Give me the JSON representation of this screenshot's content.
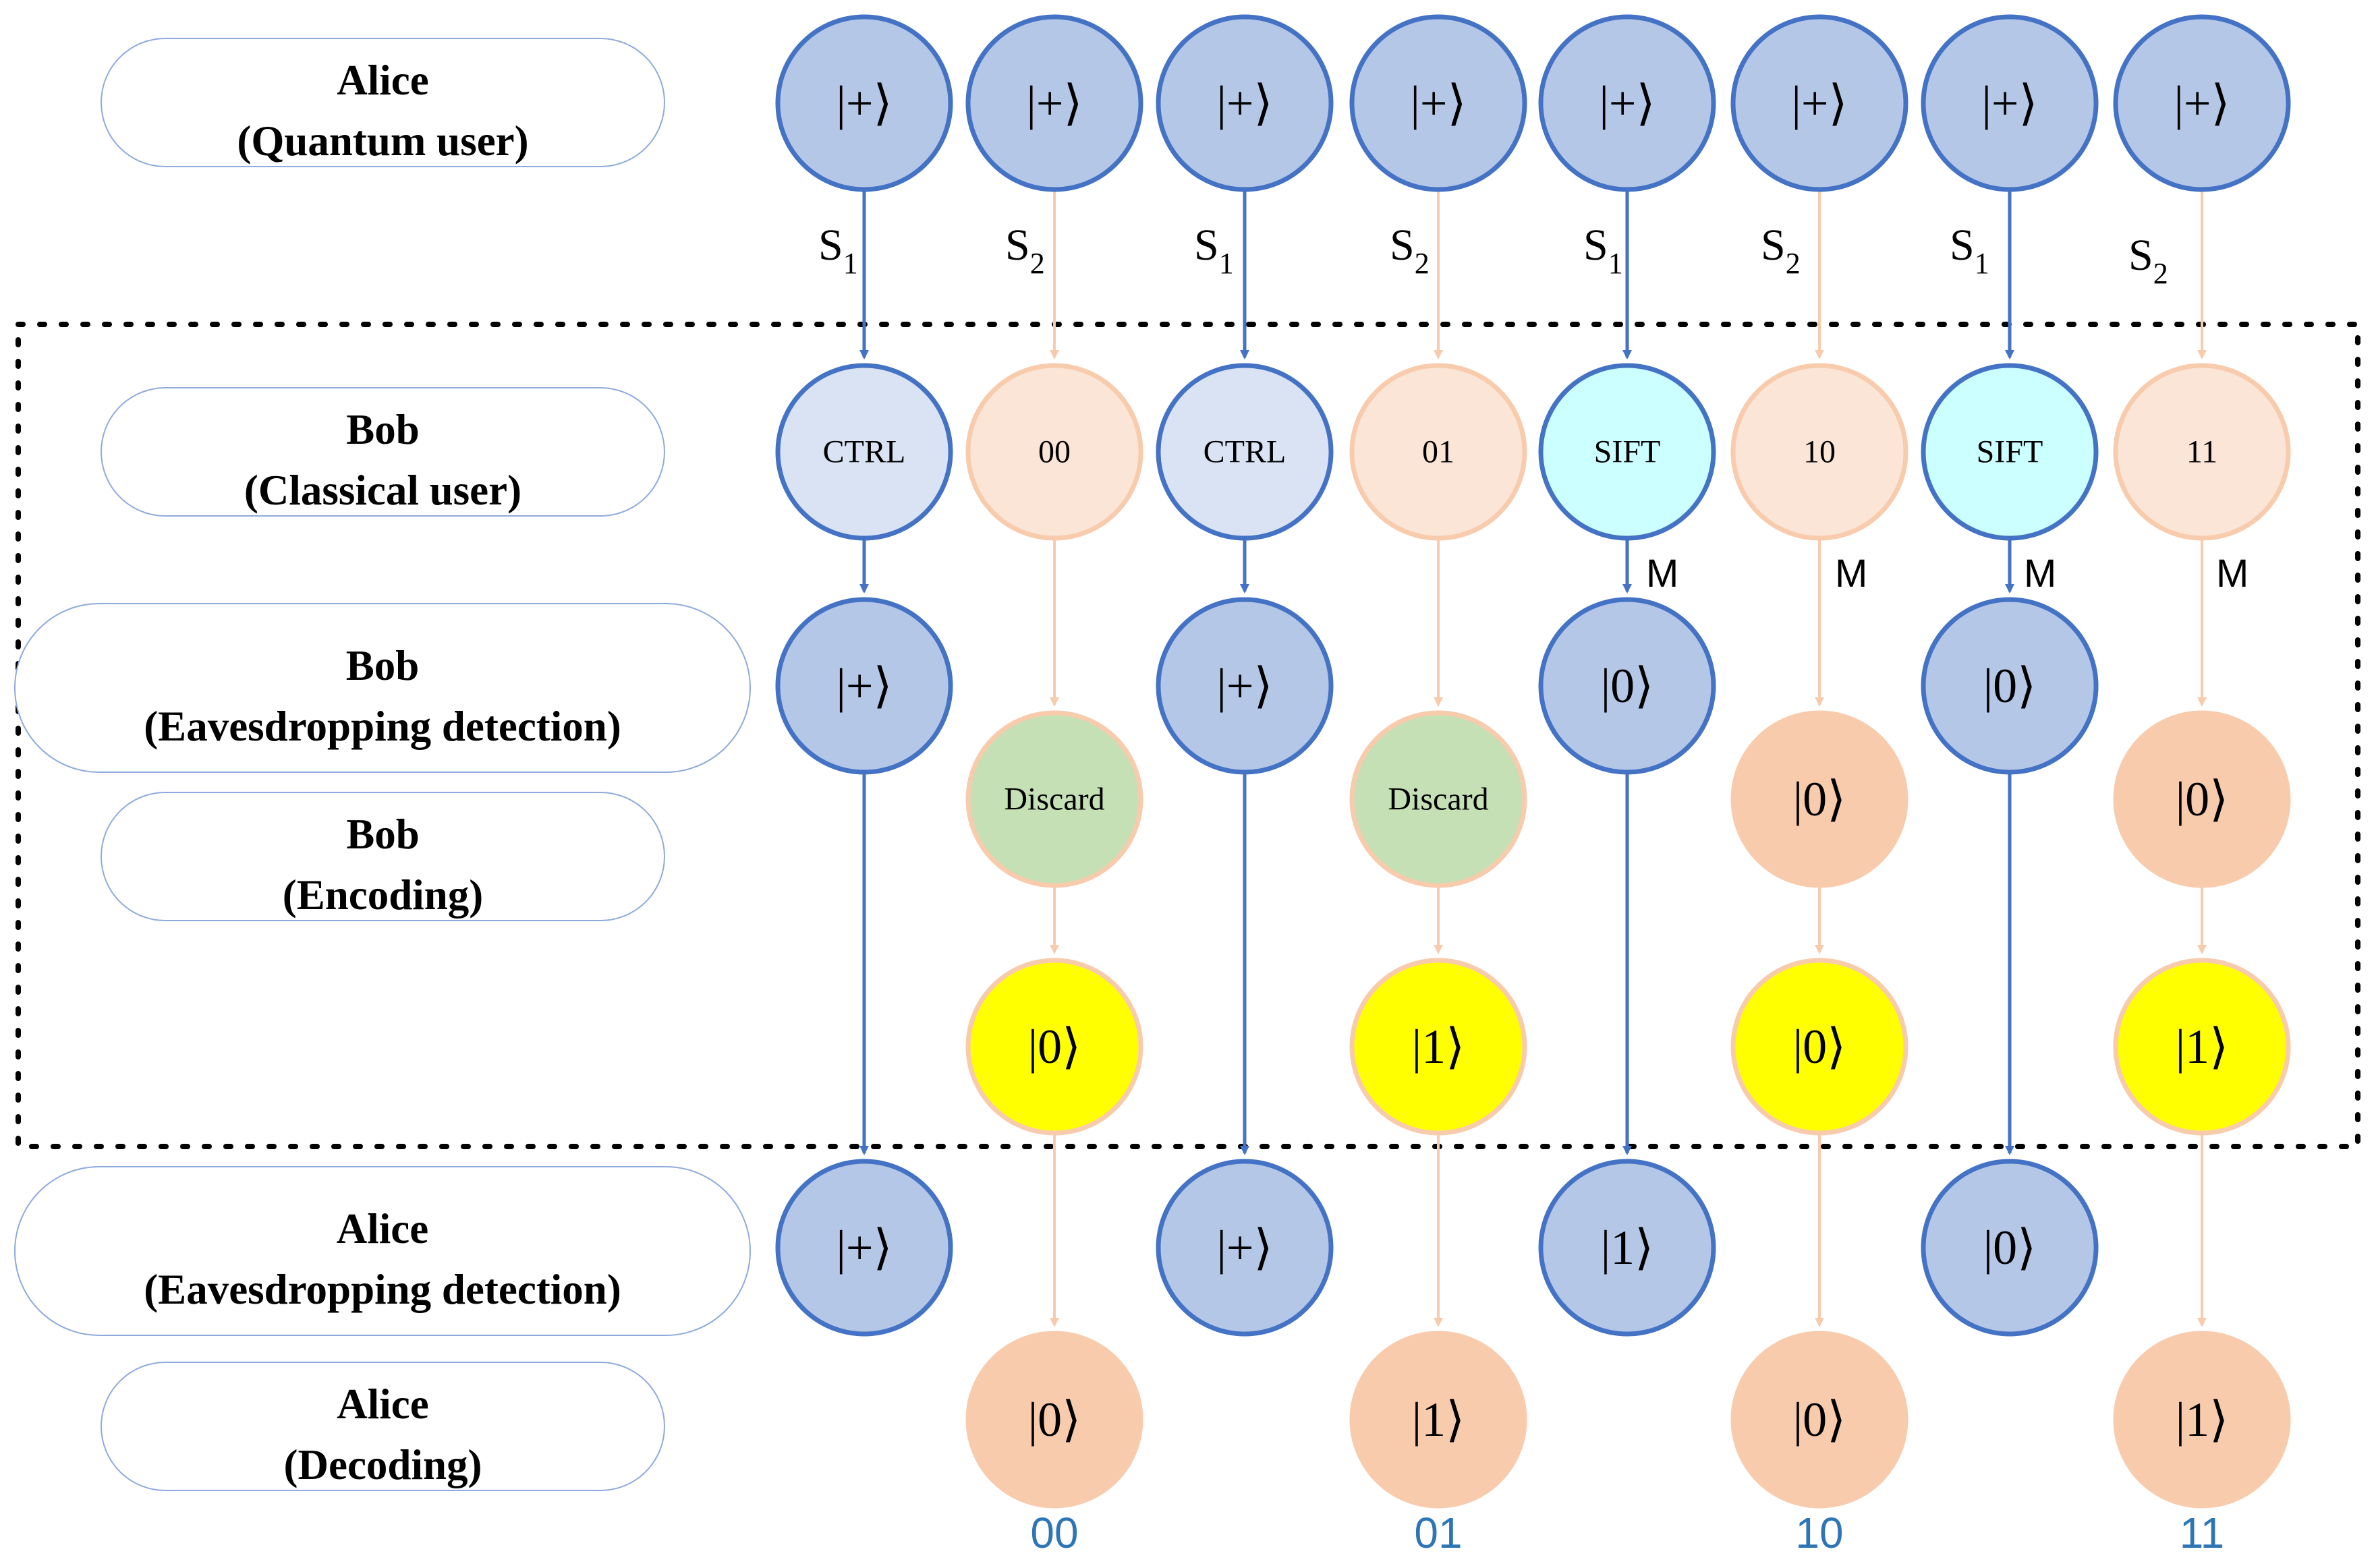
{
  "colors": {
    "blue_stroke": "#4472c4",
    "blue_fill": "#b4c7e7",
    "ctrl_fill": "#dae3f3",
    "sift_fill": "#ccffff",
    "orange_stroke": "#f8cbad",
    "orange_light_fill": "#fbe5d6",
    "orange_fill": "#f8cbad",
    "discard_fill": "#c5e0b4",
    "yellow_fill": "#ffff00",
    "bottom_label": "#2e75b6",
    "label_box_stroke": "#8faadc"
  },
  "row_labels": [
    {
      "line1": "Alice",
      "line2": "(Quantum user)"
    },
    {
      "line1": "Bob",
      "line2": "(Classical user)"
    },
    {
      "line1": "Bob",
      "line2": "(Eavesdropping detection)"
    },
    {
      "line1": "Bob",
      "line2": "(Encoding)"
    },
    {
      "line1": "Alice",
      "line2": "(Eavesdropping detection)"
    },
    {
      "line1": "Alice",
      "line2": "(Decoding)"
    }
  ],
  "signals": [
    {
      "base": "S",
      "sub": "1"
    },
    {
      "base": "S",
      "sub": "2"
    },
    {
      "base": "S",
      "sub": "1"
    },
    {
      "base": "S",
      "sub": "2"
    },
    {
      "base": "S",
      "sub": "1"
    },
    {
      "base": "S",
      "sub": "2"
    },
    {
      "base": "S",
      "sub": "1"
    },
    {
      "base": "S",
      "sub": "2"
    }
  ],
  "measure_label": "M",
  "nodes": {
    "alice_states": [
      "|+⟩",
      "|+⟩",
      "|+⟩",
      "|+⟩",
      "|+⟩",
      "|+⟩",
      "|+⟩",
      "|+⟩"
    ],
    "bob_choices": [
      "CTRL",
      "00",
      "CTRL",
      "01",
      "SIFT",
      "10",
      "SIFT",
      "11"
    ],
    "bob_detect": [
      {
        "col": 0,
        "text": "|+⟩"
      },
      {
        "col": 2,
        "text": "|+⟩"
      },
      {
        "col": 4,
        "text": "|0⟩"
      },
      {
        "col": 6,
        "text": "|0⟩"
      }
    ],
    "bob_encoding": [
      {
        "col": 1,
        "text": "Discard",
        "kind": "discard"
      },
      {
        "col": 3,
        "text": "Discard",
        "kind": "discard"
      },
      {
        "col": 5,
        "text": "|0⟩",
        "kind": "orange"
      },
      {
        "col": 7,
        "text": "|0⟩",
        "kind": "orange"
      }
    ],
    "bob_encoded": [
      {
        "col": 1,
        "text": "|0⟩"
      },
      {
        "col": 3,
        "text": "|1⟩"
      },
      {
        "col": 5,
        "text": "|0⟩"
      },
      {
        "col": 7,
        "text": "|1⟩"
      }
    ],
    "alice_detect": [
      {
        "col": 0,
        "text": "|+⟩"
      },
      {
        "col": 2,
        "text": "|+⟩"
      },
      {
        "col": 4,
        "text": "|1⟩"
      },
      {
        "col": 6,
        "text": "|0⟩"
      }
    ],
    "alice_decode": [
      {
        "col": 1,
        "text": "|0⟩"
      },
      {
        "col": 3,
        "text": "|1⟩"
      },
      {
        "col": 5,
        "text": "|0⟩"
      },
      {
        "col": 7,
        "text": "|1⟩"
      }
    ]
  },
  "bottom_labels": [
    {
      "col": 1,
      "text": "00"
    },
    {
      "col": 3,
      "text": "01"
    },
    {
      "col": 5,
      "text": "10"
    },
    {
      "col": 7,
      "text": "11"
    }
  ]
}
